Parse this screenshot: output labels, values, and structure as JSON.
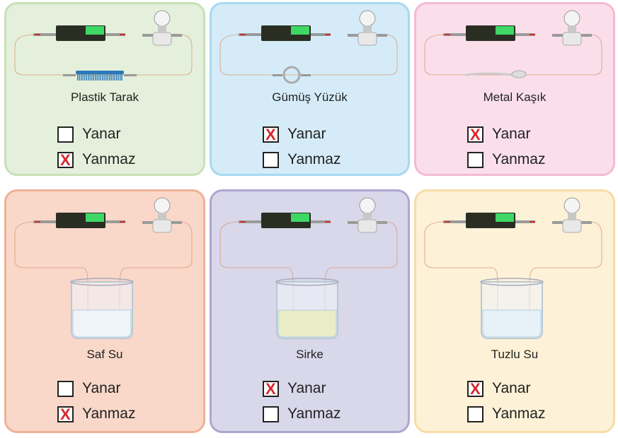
{
  "panels": [
    {
      "label": "Plastik Tarak",
      "object": "comb",
      "bg": "#e4f0db",
      "border": "#c7e1b5",
      "options": [
        {
          "text": "Yanar",
          "checked": false
        },
        {
          "text": "Yanmaz",
          "checked": true
        }
      ]
    },
    {
      "label": "Gümüş Yüzük",
      "object": "ring",
      "bg": "#d5ecf8",
      "border": "#a8d8f1",
      "options": [
        {
          "text": "Yanar",
          "checked": true
        },
        {
          "text": "Yanmaz",
          "checked": false
        }
      ]
    },
    {
      "label": "Metal Kaşık",
      "object": "spoon",
      "bg": "#fadfeb",
      "border": "#f3bad3",
      "options": [
        {
          "text": "Yanar",
          "checked": true
        },
        {
          "text": "Yanmaz",
          "checked": false
        }
      ]
    },
    {
      "label": "Saf Su",
      "object": "beaker",
      "liquid": "#eef4f8",
      "bg": "#f9d8ca",
      "border": "#efb198",
      "options": [
        {
          "text": "Yanar",
          "checked": false
        },
        {
          "text": "Yanmaz",
          "checked": true
        }
      ]
    },
    {
      "label": "Sirke",
      "object": "beaker",
      "liquid": "#eaecc8",
      "bg": "#d9d7ea",
      "border": "#aca7d0",
      "options": [
        {
          "text": "Yanar",
          "checked": true
        },
        {
          "text": "Yanmaz",
          "checked": false
        }
      ]
    },
    {
      "label": "Tuzlu Su",
      "object": "beaker",
      "liquid": "#e6f1f8",
      "bg": "#fdf1d7",
      "border": "#f8dca6",
      "options": [
        {
          "text": "Yanar",
          "checked": true
        },
        {
          "text": "Yanmaz",
          "checked": false
        }
      ]
    }
  ]
}
